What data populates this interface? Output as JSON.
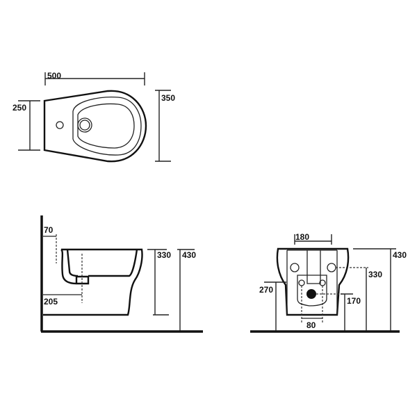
{
  "top_view": {
    "width_label": "500",
    "left_height_label": "250",
    "right_height_label": "350"
  },
  "side_view": {
    "tap_offset_label": "70",
    "drain_offset_label": "205",
    "rim_height_label": "330",
    "total_height_label": "430"
  },
  "front_view": {
    "fixing_width_label": "180",
    "total_height_label": "430",
    "fixing_height_label": "330",
    "inlet_height_label": "270",
    "outlet_height_label": "170",
    "inlet_spacing_label": "80"
  }
}
